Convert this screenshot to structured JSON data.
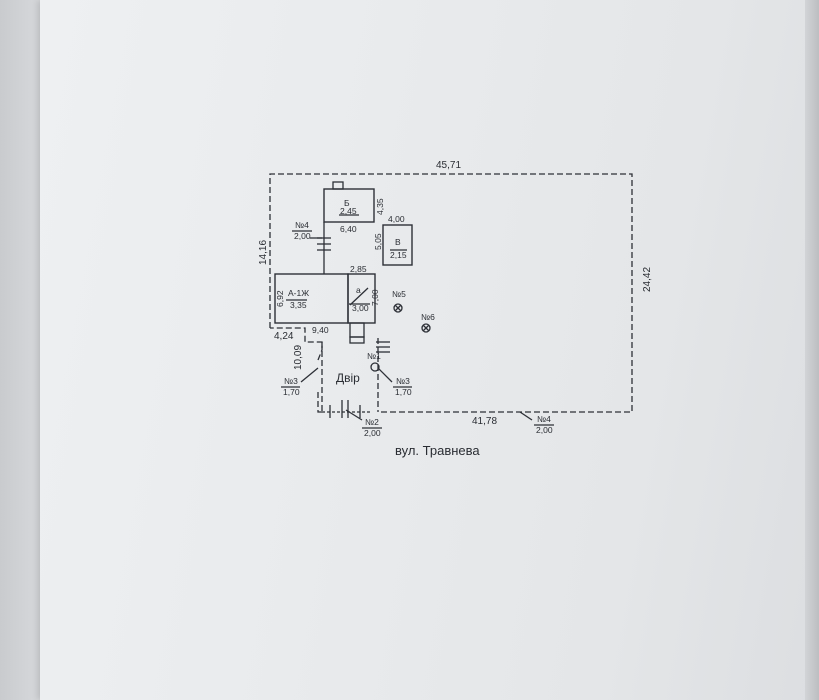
{
  "plan": {
    "dims": {
      "top": "45,71",
      "left": "14,16",
      "right": "24,42",
      "bottom": "41,78",
      "left_bottom": "4,24",
      "yard_left": "10,09",
      "width_9_40": "9,40",
      "width_6_40": "6,40",
      "width_4_00": "4,00",
      "height_4_35": "4,35",
      "height_5_05": "5,05",
      "width_2_85": "2,85",
      "height_6_92": "6,92",
      "height_7_00": "7,00"
    },
    "buildings": {
      "A": {
        "label": "А-1Ж",
        "value": "3,35"
      },
      "a": {
        "label": "а",
        "value": "3,00"
      },
      "B": {
        "label": "Б",
        "value": "2,45"
      },
      "V": {
        "label": "В",
        "value": "2,15"
      }
    },
    "fences": {
      "n4_top": {
        "label": "№4",
        "value": "2,00"
      },
      "n3_left": {
        "label": "№3",
        "value": "1,70"
      },
      "n3_right": {
        "label": "№3",
        "value": "1,70"
      },
      "n2": {
        "label": "№2",
        "value": "2,00"
      },
      "n4_bottom": {
        "label": "№4",
        "value": "2,00"
      }
    },
    "points": {
      "n1": "№1",
      "n5": "№5",
      "n6": "№6"
    },
    "yard_label": "Двір",
    "street_label": "вул. Травнева"
  }
}
